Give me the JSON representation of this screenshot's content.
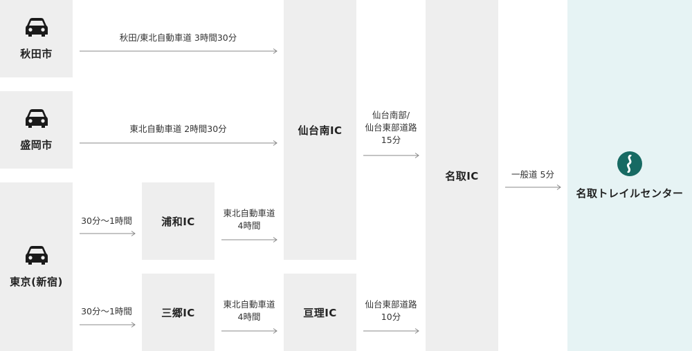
{
  "origins": {
    "akita": "秋田市",
    "morioka": "盛岡市",
    "tokyo": "東京(新宿)"
  },
  "interchanges": {
    "urawa": "浦和IC",
    "misato": "三郷IC",
    "sendai_minami": "仙台南IC",
    "watari": "亘理IC",
    "natori": "名取IC"
  },
  "routes": {
    "akita": "秋田/東北自動車道 3時間30分",
    "morioka": "東北自動車道 2時間30分",
    "tokyo_urawa": "30分〜1時間",
    "tokyo_misato": "30分〜1時間",
    "urawa_tohoku": "東北自動車道\n4時間",
    "misato_tohoku": "東北自動車道\n4時間",
    "sendai_minami_natori": "仙台南部/\n仙台東部道路\n15分",
    "watari_natori": "仙台東部道路\n10分",
    "natori_dest": "一般道 5分"
  },
  "destination": "名取トレイルセンター",
  "icons": {
    "origin": "car-icon",
    "destination": "trail-center-logo-icon"
  },
  "colors": {
    "box": "#eeeeee",
    "destination_bg": "#e6f3f4",
    "logo": "#176a63",
    "arrow": "#888888"
  }
}
